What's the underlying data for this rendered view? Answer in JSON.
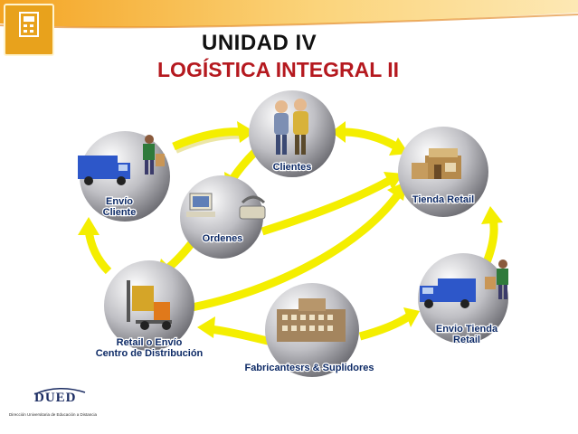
{
  "title": {
    "line1": "UNIDAD  IV",
    "line2": "LOGÍSTICA INTEGRAL II"
  },
  "nodes": [
    {
      "id": "clientes",
      "label_lines": [
        "Clientes"
      ]
    },
    {
      "id": "tienda",
      "label_lines": [
        "Tienda Retail"
      ]
    },
    {
      "id": "envio-cliente",
      "label_lines": [
        "Envío",
        "Cliente"
      ]
    },
    {
      "id": "ordenes",
      "label_lines": [
        "Ordenes"
      ]
    },
    {
      "id": "retail-centro",
      "label_lines": [
        "Retail o Envío",
        "Centro de Distribución"
      ]
    },
    {
      "id": "fabricantes",
      "label_lines": [
        "Fabricantesrs & Suplidores"
      ]
    },
    {
      "id": "envio-tienda",
      "label_lines": [
        "Envio Tienda",
        "Retail"
      ]
    }
  ],
  "footer": {
    "logo_text": "DUED",
    "subtitle": "Dirección Universitaria de Educación a Distancia"
  },
  "colors": {
    "title_dark": "#111111",
    "title_red": "#b5191f",
    "arrow": "#f4ee00",
    "label": "#0d2a66"
  }
}
